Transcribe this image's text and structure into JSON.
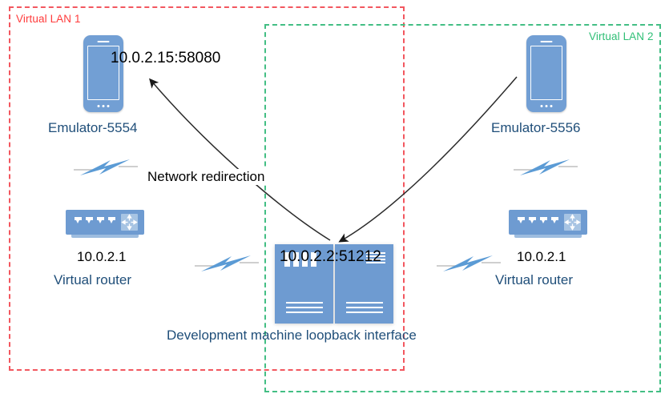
{
  "diagram": {
    "title": "Android emulator network redirection diagram",
    "colors": {
      "lan1_border": "#F2575F",
      "lan2_border": "#43BE84",
      "device_blue": "#6E9BD1",
      "label_blue": "#1F4E79",
      "label_black": "#000000",
      "lan1_text": "#FF3B3B",
      "lan2_text": "#2FBF76"
    },
    "zones": [
      {
        "id": "lan1",
        "label": "Virtual LAN 1",
        "style": "red-dashed"
      },
      {
        "id": "lan2",
        "label": "Virtual LAN 2",
        "style": "green-dashed"
      }
    ],
    "nodes": {
      "emulator_left": {
        "icon": "smartphone-icon",
        "address": "10.0.2.15:58080",
        "name": "Emulator-5554"
      },
      "emulator_right": {
        "icon": "smartphone-icon",
        "address": "",
        "name": "Emulator-5556"
      },
      "router_left": {
        "icon": "router-icon",
        "address": "10.0.2.1",
        "name": "Virtual router"
      },
      "router_right": {
        "icon": "router-icon",
        "address": "10.0.2.1",
        "name": "Virtual router"
      },
      "loopback_server": {
        "icon": "server-icon",
        "address": "10.0.2.2:51212",
        "name": "Development machine loopback interface"
      }
    },
    "links": {
      "left_bolt": "network-link-icon",
      "left_inner_bolt": "network-link-icon",
      "right_bolt": "network-link-icon",
      "right_inner_bolt": "network-link-icon"
    },
    "annotations": {
      "redirection": "Network redirection"
    }
  }
}
